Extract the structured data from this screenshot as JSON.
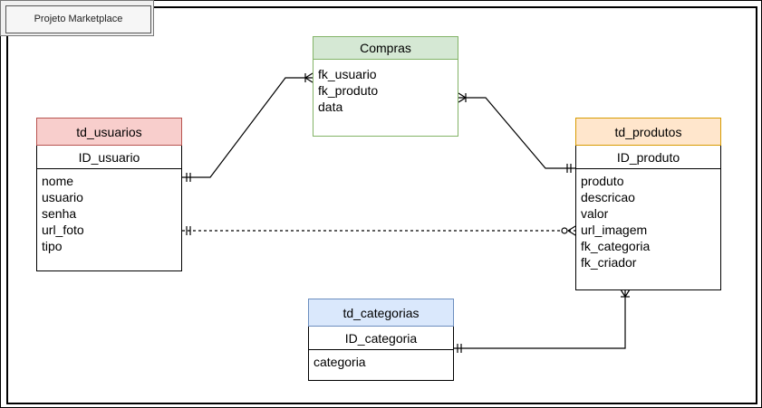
{
  "diagram": {
    "title": "Projeto Marketplace",
    "entities": {
      "usuarios": {
        "name": "td_usuarios",
        "pk": "ID_usuario",
        "attributes": [
          "nome",
          "usuario",
          "senha",
          "url_foto",
          "tipo"
        ],
        "header_color": "#f8cecc",
        "border_color": "#b85450"
      },
      "compras": {
        "name": "Compras",
        "attributes": [
          "fk_usuario",
          "fk_produto",
          "data"
        ],
        "header_color": "#d5e8d4",
        "border_color": "#82b366"
      },
      "produtos": {
        "name": "td_produtos",
        "pk": "ID_produto",
        "attributes": [
          "produto",
          "descricao",
          "valor",
          "url_imagem",
          "fk_categoria",
          "fk_criador"
        ],
        "header_color": "#ffe6cc",
        "border_color": "#d79b00"
      },
      "categorias": {
        "name": "td_categorias",
        "pk": "ID_categoria",
        "attributes": [
          "categoria"
        ],
        "header_color": "#dae8fc",
        "border_color": "#6c8ebf"
      }
    },
    "relationships": [
      {
        "from": "td_usuarios",
        "to": "Compras",
        "from_end": "one-mandatory",
        "to_end": "one-or-many",
        "style": "solid"
      },
      {
        "from": "td_produtos",
        "to": "Compras",
        "from_end": "one-mandatory",
        "to_end": "one-or-many",
        "style": "solid"
      },
      {
        "from": "td_usuarios",
        "to": "td_produtos",
        "from_end": "one-mandatory",
        "to_end": "zero-or-many",
        "style": "dashed"
      },
      {
        "from": "td_categorias",
        "to": "td_produtos",
        "from_end": "one-mandatory",
        "to_end": "one-or-many",
        "style": "solid"
      }
    ]
  }
}
